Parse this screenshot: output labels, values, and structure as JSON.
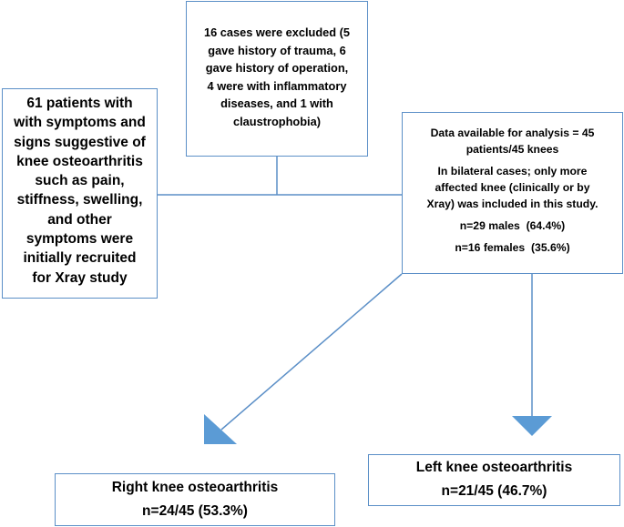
{
  "colors": {
    "box_border": "#5b8fc7",
    "connector": "#5b8fc7",
    "arrow_fill": "#5b9bd5",
    "text": "#000000"
  },
  "recruited_box": {
    "lines": [
      "61 patients with",
      "with symptoms and",
      "signs suggestive of",
      "knee osteoarthritis",
      "such as pain,",
      "stiffness, swelling,",
      "and other",
      "symptoms were",
      "initially recruited",
      "for Xray study"
    ]
  },
  "excluded_box": {
    "lines": [
      "16 cases were excluded (5",
      "gave history of trauma, 6",
      "gave history of operation,",
      "4 were with inflammatory",
      "diseases, and 1 with",
      "claustrophobia)"
    ]
  },
  "analysis_box": {
    "available_lines": [
      "Data available for analysis = 45",
      "patients/45 knees"
    ],
    "bilateral_lines": [
      "In bilateral cases; only more",
      "affected knee (clinically or by",
      "Xray) was included in this study."
    ],
    "males": "n=29 males  (64.4%)",
    "females": "n=16 females  (35.6%)"
  },
  "right_knee_box": {
    "title": "Right knee osteoarthritis",
    "count": "n=24/45 (53.3%)"
  },
  "left_knee_box": {
    "title": "Left knee osteoarthritis",
    "count": "n=21/45 (46.7%)"
  }
}
